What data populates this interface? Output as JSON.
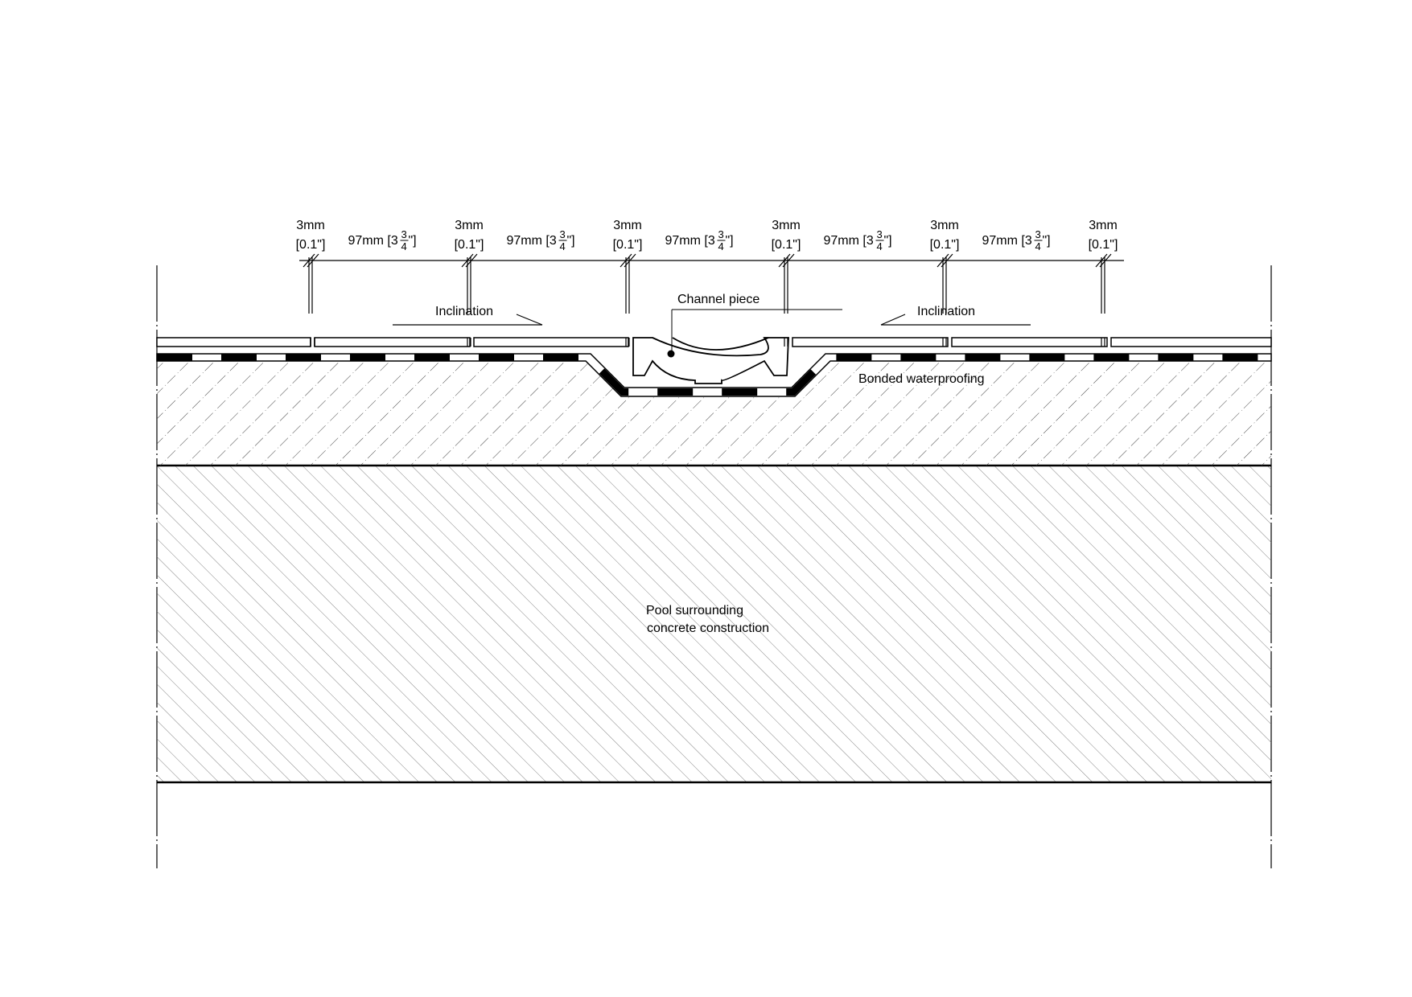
{
  "dimensions": {
    "joint_top": "3mm",
    "joint_bottom": "[0.1\"]",
    "tile_main": "97mm [3",
    "tile_num": "3",
    "tile_den": "4",
    "tile_close": "\"]"
  },
  "labels": {
    "inclination_left": "Inclination",
    "inclination_right": "Inclination",
    "channel_piece": "Channel piece",
    "bonded_waterproofing": "Bonded waterproofing",
    "concrete_line1": "Pool surrounding",
    "concrete_line2": "concrete construction"
  },
  "colors": {
    "line": "#000000",
    "hatch": "#555555"
  }
}
